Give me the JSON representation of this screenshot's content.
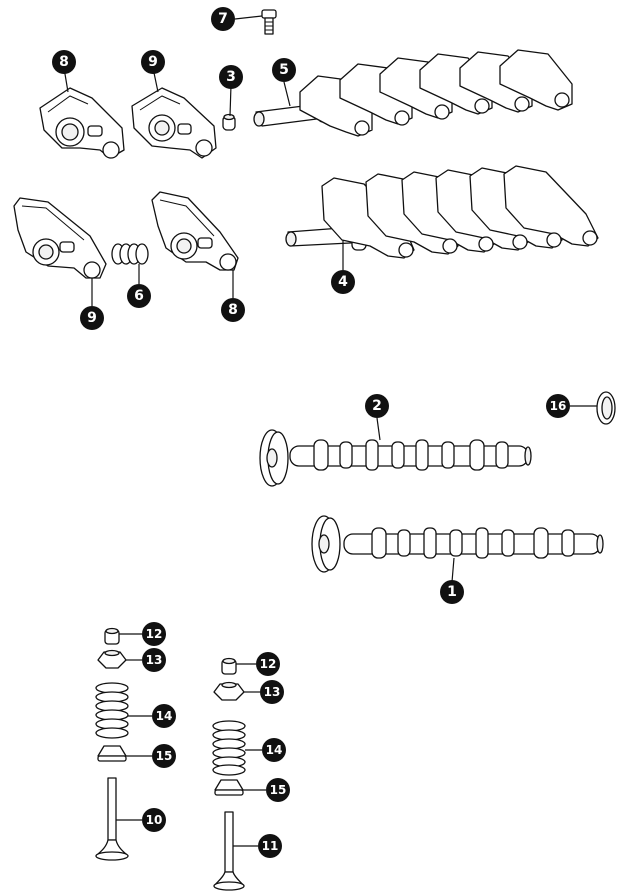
{
  "callouts": [
    {
      "label": "1"
    },
    {
      "label": "2"
    },
    {
      "label": "3"
    },
    {
      "label": "4"
    },
    {
      "label": "5"
    },
    {
      "label": "6"
    },
    {
      "label": "7"
    },
    {
      "label": "8"
    },
    {
      "label": "8"
    },
    {
      "label": "9"
    },
    {
      "label": "9"
    },
    {
      "label": "10"
    },
    {
      "label": "11"
    },
    {
      "label": "12"
    },
    {
      "label": "12"
    },
    {
      "label": "13"
    },
    {
      "label": "13"
    },
    {
      "label": "14"
    },
    {
      "label": "14"
    },
    {
      "label": "15"
    },
    {
      "label": "15"
    },
    {
      "label": "16"
    }
  ],
  "colors": {
    "callout_fill": "#111111",
    "callout_text": "#ffffff",
    "line": "#111111"
  }
}
